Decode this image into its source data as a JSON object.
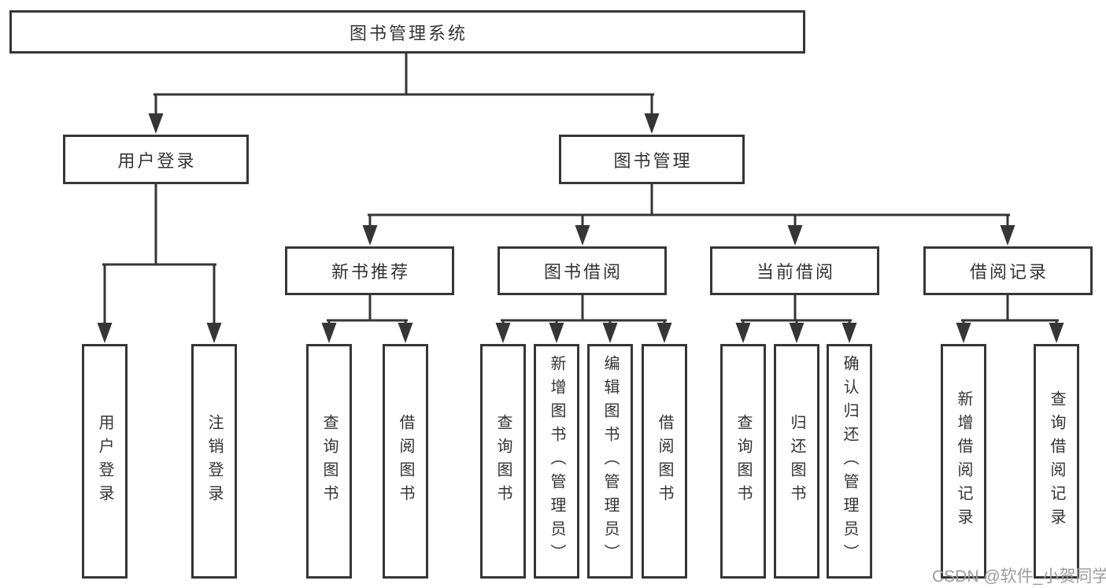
{
  "colors": {
    "line": "#363636",
    "text": "#333333",
    "box_background": "#ffffff",
    "watermark": "#9c9c9c"
  },
  "diagram": {
    "root": {
      "label": "图书管理系统"
    },
    "level2": [
      {
        "label": "用户登录"
      },
      {
        "label": "图书管理"
      }
    ],
    "level3": [
      {
        "label": "新书推荐"
      },
      {
        "label": "图书借阅"
      },
      {
        "label": "当前借阅"
      },
      {
        "label": "借阅记录"
      }
    ],
    "leaves": [
      {
        "label": "用户登录"
      },
      {
        "label": "注销登录"
      },
      {
        "label": "查询图书"
      },
      {
        "label": "借阅图书"
      },
      {
        "label": "查询图书"
      },
      {
        "label": "新增图书（管理员）"
      },
      {
        "label": "编辑图书（管理员）"
      },
      {
        "label": "借阅图书"
      },
      {
        "label": "查询图书"
      },
      {
        "label": "归还图书"
      },
      {
        "label": "确认归还（管理员）"
      },
      {
        "label": "新增借阅记录"
      },
      {
        "label": "查询借阅记录"
      }
    ]
  },
  "watermark": {
    "text": "CSDN @软件_小贺同学"
  }
}
